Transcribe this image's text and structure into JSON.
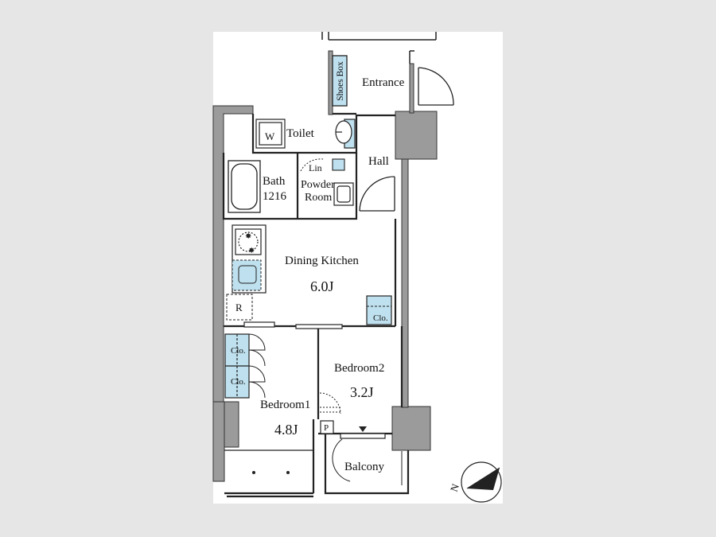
{
  "plan": {
    "rooms": {
      "entrance": "Entrance",
      "shoes_box": "Shoes Box",
      "toilet": "Toilet",
      "washer": "W",
      "hall": "Hall",
      "bath": "Bath",
      "bath_size": "1216",
      "linen": "Lin",
      "powder_line1": "Powder",
      "powder_line2": "Room",
      "dining_kitchen": "Dining Kitchen",
      "dining_kitchen_size": "6.0J",
      "fridge": "R",
      "closet_dk": "Clo.",
      "closet_bed1_a": "Clo.",
      "closet_bed1_b": "Clo.",
      "bedroom1": "Bedroom1",
      "bedroom1_size": "4.8J",
      "bedroom2": "Bedroom2",
      "bedroom2_size": "3.2J",
      "pipe_space": "P",
      "balcony": "Balcony"
    },
    "compass_label": "N",
    "colors": {
      "wall": "#9b9b9b",
      "accent_blue": "#bfe0ee",
      "background": "#e6e6e6",
      "paper": "#ffffff"
    }
  }
}
